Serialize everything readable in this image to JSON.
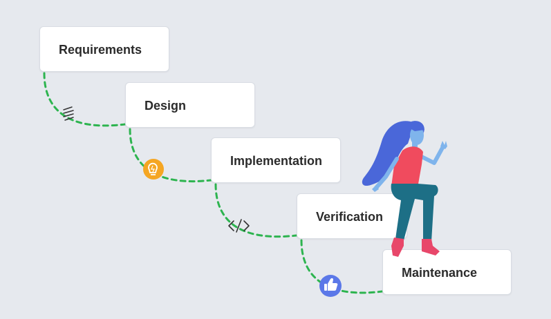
{
  "diagram": {
    "steps": [
      {
        "label": "Requirements"
      },
      {
        "label": "Design"
      },
      {
        "label": "Implementation"
      },
      {
        "label": "Verification"
      },
      {
        "label": "Maintenance"
      }
    ],
    "connector_icons": [
      "document-lines-icon",
      "lightbulb-icon",
      "code-brackets-icon",
      "thumbs-up-icon"
    ],
    "colors": {
      "background": "#e6e9ee",
      "connector": "#2db44f",
      "bulb_badge": "#f5a623",
      "thumbs_badge": "#5b78e8",
      "hair": "#4a67d9",
      "shirt": "#f04b5e",
      "skin": "#7fb4ec",
      "pants": "#1d6f86",
      "shoes": "#e8476a"
    }
  }
}
